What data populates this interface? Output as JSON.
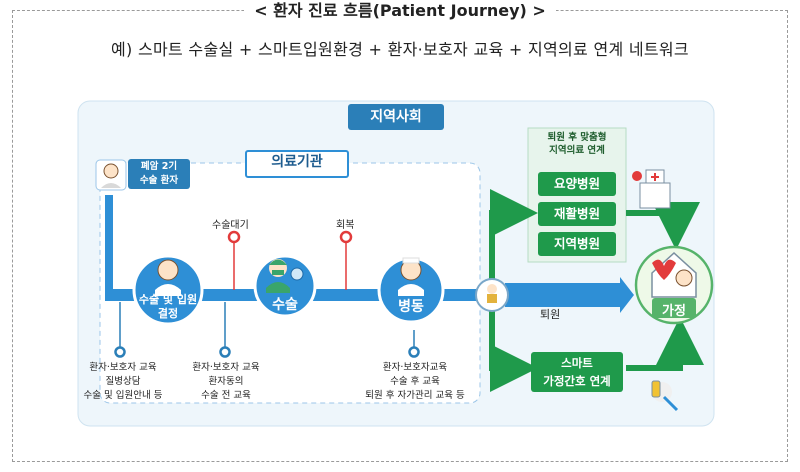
{
  "header": {
    "title": "< 환자 진료 흐름(Patient Journey) >",
    "subtitle": "예) 스마트 수술실 + 스마트입원환경 + 환자·보호자 교육 + 지역의료 연계 네트워크"
  },
  "diagram": {
    "community_label": "지역사회",
    "medical_label": "의료기관",
    "patient_tag": [
      "폐암 2기",
      "수술 환자"
    ],
    "stages": {
      "decision": [
        "수술 및 입원",
        "결정"
      ],
      "surgery": "수술",
      "ward": "병동"
    },
    "events": {
      "waiting": "수술대기",
      "recovery": "회복"
    },
    "notes": {
      "decision": [
        "환자·보호자 교육",
        "질병상담",
        "수술 및 입원안내 등"
      ],
      "waiting": [
        "환자·보호자 교육",
        "환자동의",
        "수술 전 교육"
      ],
      "ward": [
        "환자·보호자교육",
        "수술 후 교육",
        "퇴원 후 자가관리 교육 등"
      ]
    },
    "after_title": [
      "퇴원 후 맞춤형",
      "지역의료 연계"
    ],
    "hospitals": [
      "요양병원",
      "재활병원",
      "지역병원"
    ],
    "discharge": "퇴원",
    "home": "가정",
    "smart_care": [
      "스마트",
      "가정간호 연계"
    ],
    "colors": {
      "blue": "#2e8fd6",
      "green": "#1f9a4b",
      "red": "#e23b3b",
      "teal": "#2b7fb8"
    }
  }
}
